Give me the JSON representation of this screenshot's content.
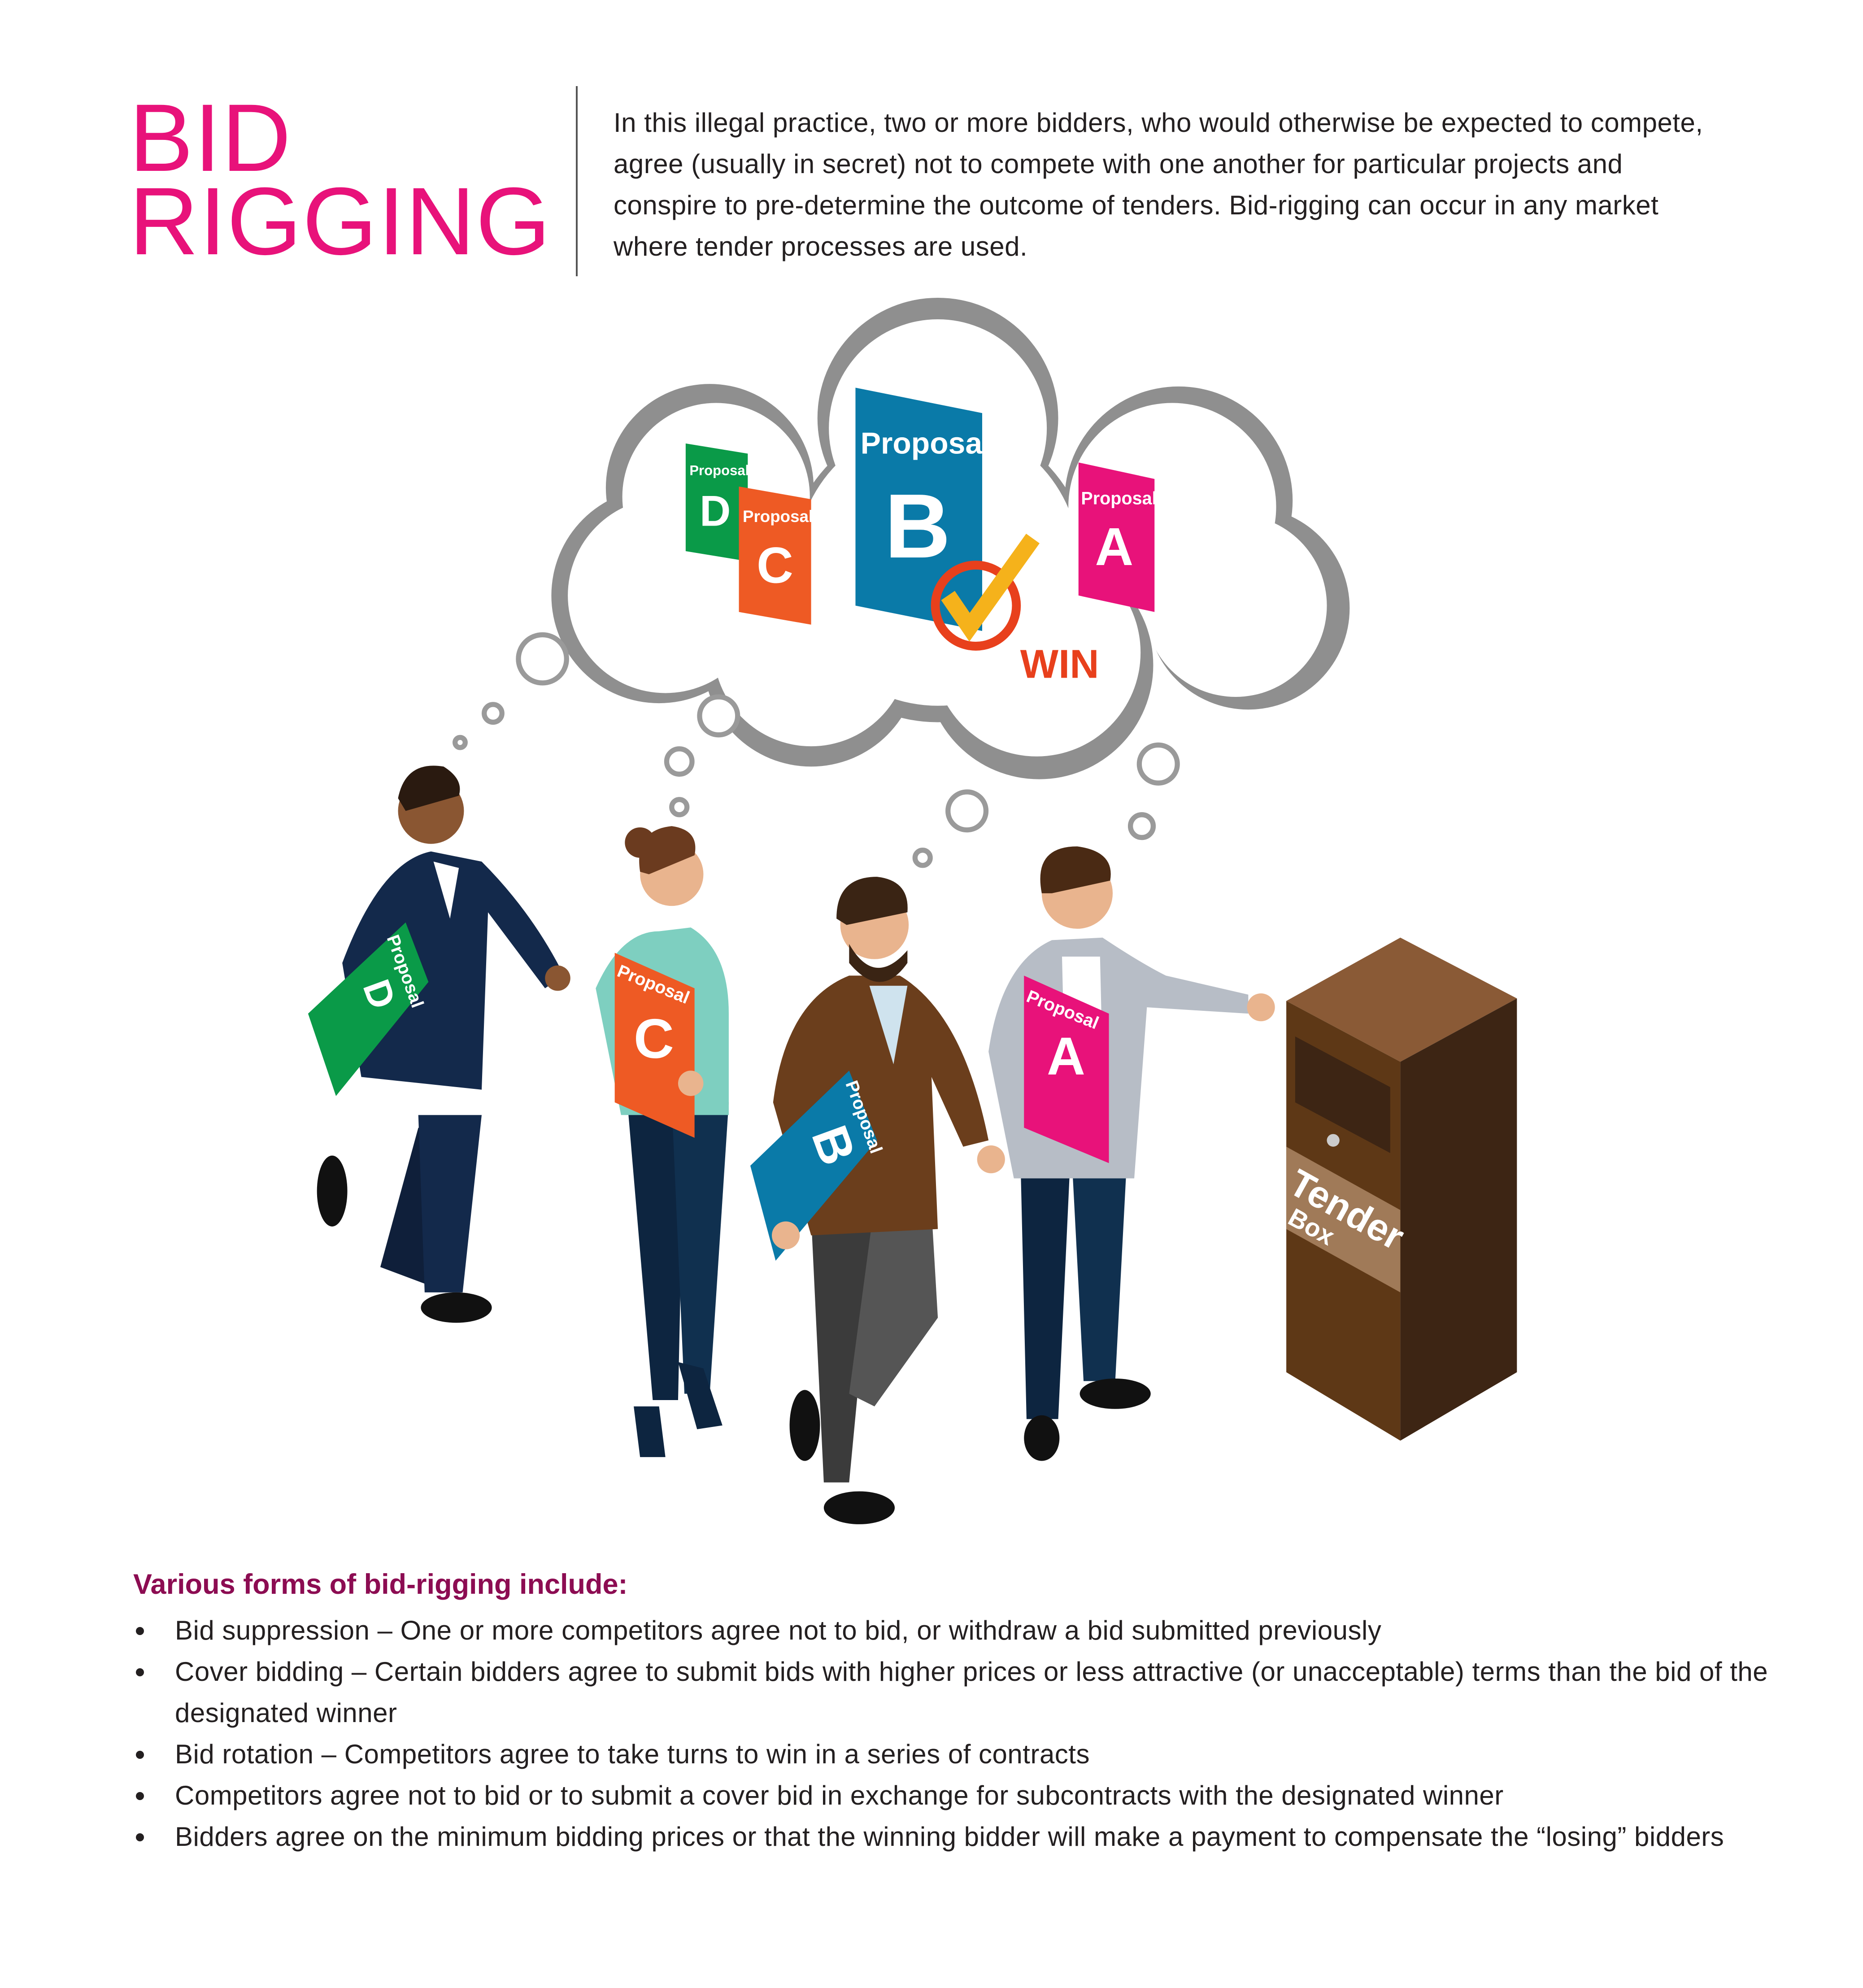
{
  "title": {
    "line1": "BID",
    "line2": "RIGGING"
  },
  "intro": "In this illegal practice, two or more bidders, who would otherwise be expected to compete, agree (usually in secret) not to compete with one another for particular projects and conspire to pre-determine the outcome of tenders. Bid-rigging can occur in any market where tender processes are used.",
  "illustration": {
    "proposal_word": "Proposal",
    "books": {
      "a": "A",
      "b": "B",
      "c": "C",
      "d": "D"
    },
    "win_label": "WIN",
    "tender_box": {
      "line1": "Tender",
      "line2": "Box"
    }
  },
  "colors": {
    "accent": "#e8127a",
    "heading": "#8c0c52",
    "green": "#0a9a48",
    "orange": "#ee5a24",
    "blue": "#0a7aa8",
    "pink": "#e8127a"
  },
  "forms": {
    "heading": "Various forms of bid-rigging include:",
    "items": [
      "Bid suppression – One or more competitors agree not to bid, or withdraw a bid submitted previously",
      "Cover bidding – Certain bidders agree to submit bids with higher prices or less attractive (or unacceptable) terms than the bid of the designated winner",
      "Bid rotation – Competitors agree to take turns to win in a series of contracts",
      "Competitors agree not to bid or to submit a cover bid in exchange for subcontracts with the designated winner",
      "Bidders agree on the minimum bidding prices or that the winning bidder will make a payment to compensate the “losing” bidders"
    ]
  }
}
